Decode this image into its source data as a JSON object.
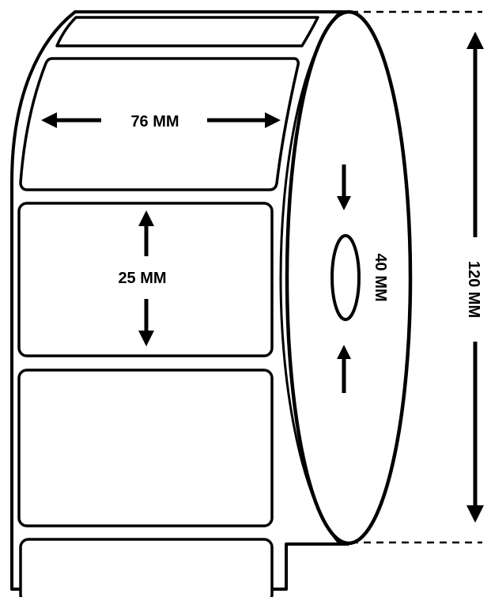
{
  "dimensions": {
    "label_width": "76 MM",
    "label_height": "25 MM",
    "core_diameter": "40 MM",
    "roll_diameter": "120 MM"
  },
  "colors": {
    "line": "#000000",
    "fill": "#ffffff"
  }
}
